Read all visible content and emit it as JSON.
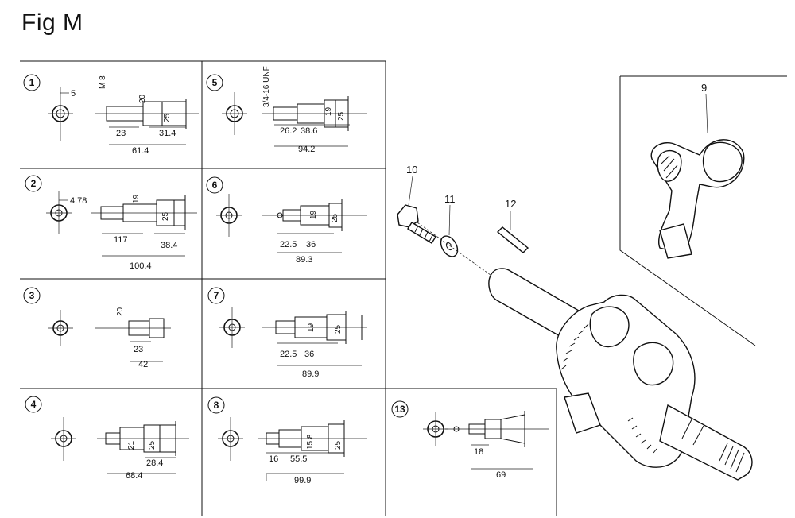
{
  "figure": {
    "title": "Fig M"
  },
  "variants": [
    {
      "number": "1",
      "dims": [
        "5",
        "M 8",
        "20",
        "25",
        "23",
        "31.4",
        "61.4"
      ]
    },
    {
      "number": "2",
      "dims": [
        "4.78",
        "19",
        "25",
        "117",
        "38.4",
        "100.4"
      ]
    },
    {
      "number": "3",
      "dims": [
        "20",
        "23",
        "42"
      ]
    },
    {
      "number": "4",
      "dims": [
        "21",
        "25",
        "28.4",
        "68.4"
      ]
    },
    {
      "number": "5",
      "dims": [
        "3/4-16 UNF",
        "19",
        "25",
        "26.2",
        "38.6",
        "94.2"
      ]
    },
    {
      "number": "6",
      "dims": [
        "19",
        "25",
        "22.5",
        "36",
        "89.3"
      ]
    },
    {
      "number": "7",
      "dims": [
        "19",
        "25",
        "22.5",
        "36",
        "89.9"
      ]
    },
    {
      "number": "8",
      "dims": [
        "15.8",
        "25",
        "16",
        "55.5",
        "99.9"
      ]
    },
    {
      "number": "13",
      "dims": [
        "18",
        "69"
      ]
    }
  ],
  "callouts": {
    "c9": "9",
    "c10": "10",
    "c11": "11",
    "c12": "12"
  }
}
